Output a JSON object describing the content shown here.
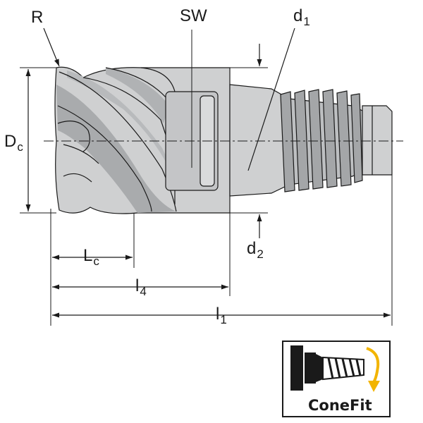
{
  "labels": {
    "R": "R",
    "SW": "SW",
    "d1": {
      "main": "d",
      "sub": "1"
    },
    "d2": {
      "main": "d",
      "sub": "2"
    },
    "Dc": {
      "main": "D",
      "sub": "c"
    },
    "Lc": {
      "main": "L",
      "sub": "c"
    },
    "l4": {
      "main": "l",
      "sub": "4"
    },
    "l1": {
      "main": "l",
      "sub": "1"
    }
  },
  "logo": {
    "text": "ConeFit",
    "accent_color": "#f2b400"
  },
  "colors": {
    "body_fill": "#cfd0d1",
    "body_dark": "#9ea0a2",
    "line": "#1a1a1a"
  }
}
